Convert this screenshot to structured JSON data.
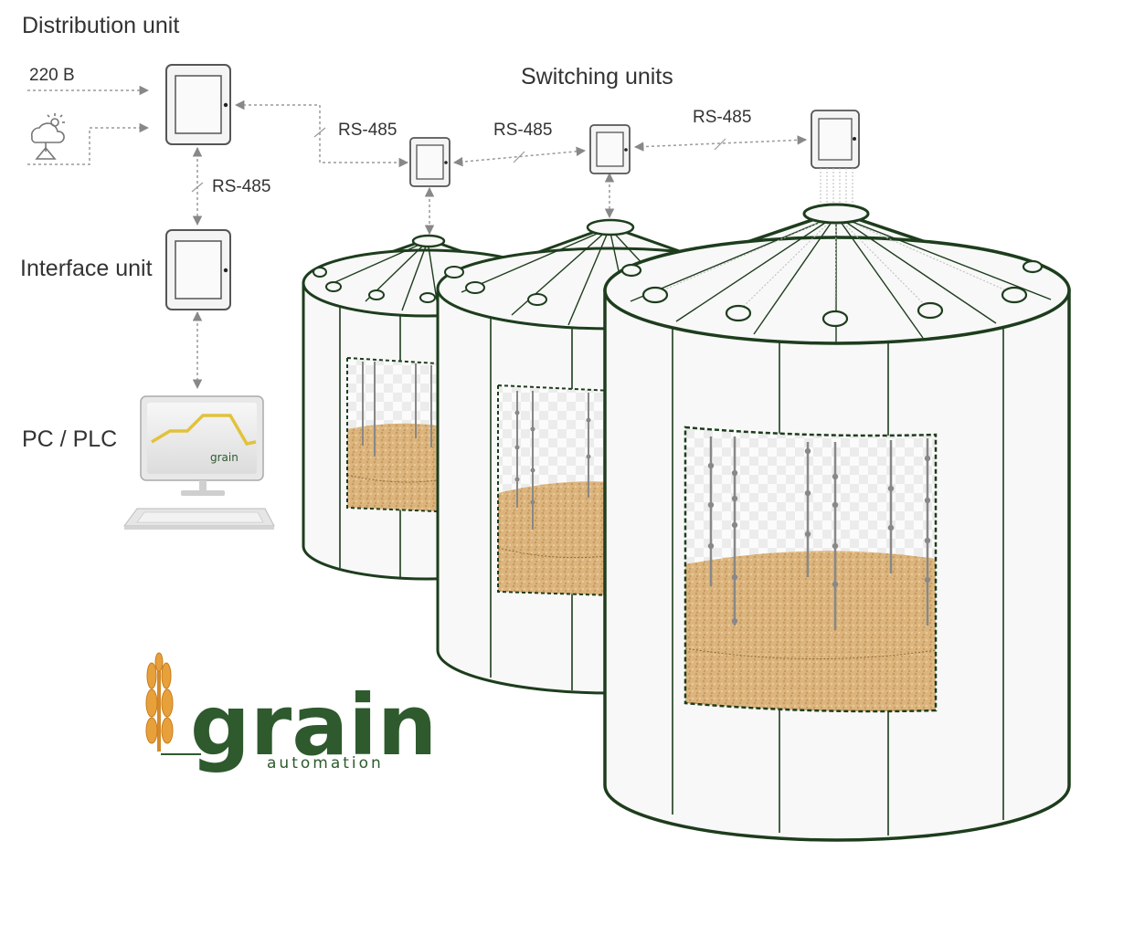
{
  "labels": {
    "distribution_unit": "Distribution unit",
    "switching_units": "Switching units",
    "interface_unit": "Interface unit",
    "pc_plc": "PC / PLC",
    "power_input": "220 B",
    "rs485": "RS-485"
  },
  "logo": {
    "word": "grain",
    "sub": "automation"
  },
  "colors": {
    "silo_outline": "#1d3d1d",
    "grain_fill": "#dcb57e",
    "logo_green": "#2e5a2e",
    "logo_orange": "#e8a13a",
    "monitor_curve": "#e2c23a",
    "connector": "#9a9a9a",
    "device_frame": "#555555"
  }
}
